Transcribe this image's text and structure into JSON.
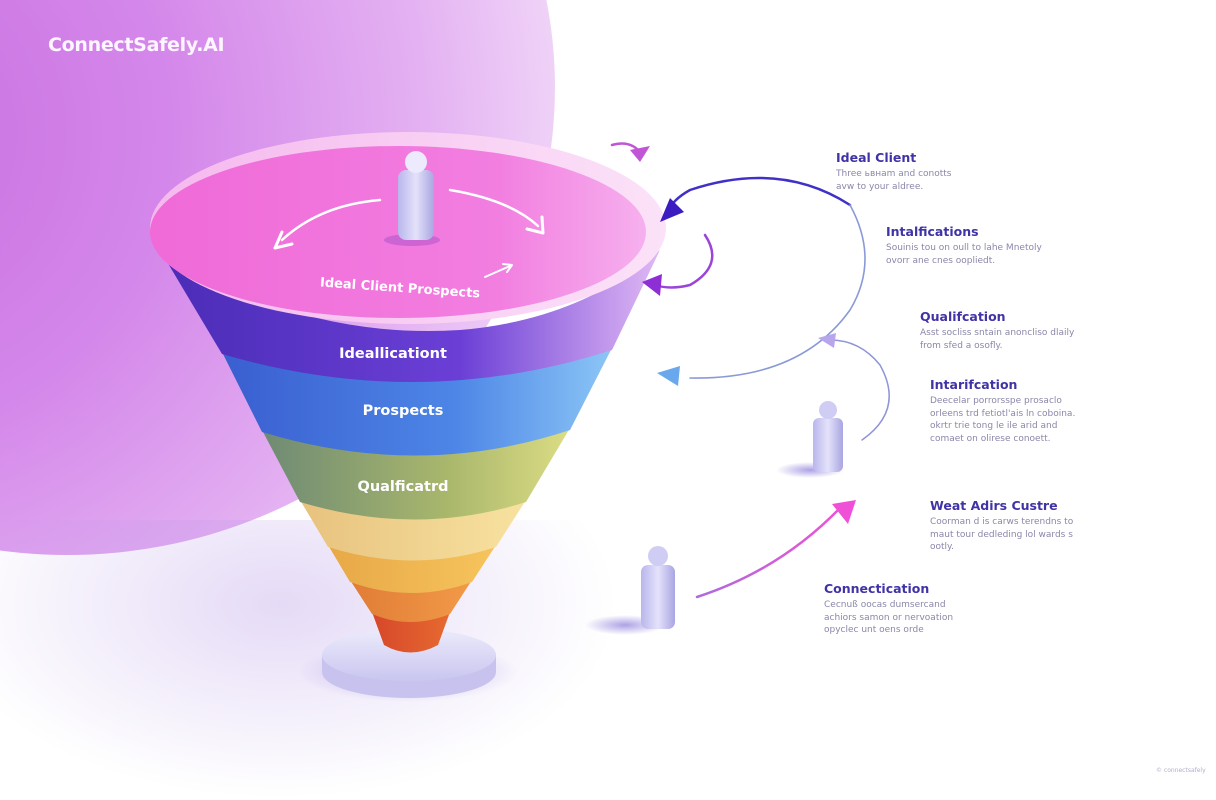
{
  "brand": {
    "name": "ConnectSafely.AI"
  },
  "funnel": {
    "top_label": "Ideal Client Prospects",
    "layers": [
      {
        "label": "Ideallicationt",
        "color": "#6a3fd4"
      },
      {
        "label": "Prospects",
        "color": "#4a7fe0"
      },
      {
        "label": "Qualficatrd",
        "color": "#a8b86c"
      },
      {
        "label": "",
        "color": "#f1d28c"
      },
      {
        "label": "",
        "color": "#f0b24e"
      },
      {
        "label": "",
        "color": "#ea8b3a"
      },
      {
        "label": "",
        "color": "#de5a2c"
      }
    ],
    "top_color": "#f175de"
  },
  "callouts": [
    {
      "title": "Ideal Client",
      "lines": [
        "Three ьвнаm and conotts",
        "avw to your aldree."
      ]
    },
    {
      "title": "Intalfications",
      "lines": [
        "Souinis tou on oull to lahe Mnetoly",
        "ovorr ane cnes oopliedt."
      ]
    },
    {
      "title": "Qualifcation",
      "lines": [
        "Asst socliss sntain anoncliso dlaily",
        "from sfed a osofly."
      ]
    },
    {
      "title": "Intarifcation",
      "lines": [
        "Deecelar porrorsspe prosaclo",
        "orleens trd fetiotl'ais ln coboina.",
        "okrtr trie tong le ile arid and",
        "comaet on olirese conoett."
      ]
    },
    {
      "title": "Weat Adirs Custre",
      "lines": [
        "Coorman d is carws terendns to",
        "maut tour dedleding lol wards s",
        "ootly."
      ]
    },
    {
      "title": "Connectication",
      "lines": [
        "Cecnuß oocas dumsercand",
        "achiors samon or nervoation",
        "opyclec unt oens orde"
      ]
    }
  ],
  "watermark": "© connectsafely"
}
